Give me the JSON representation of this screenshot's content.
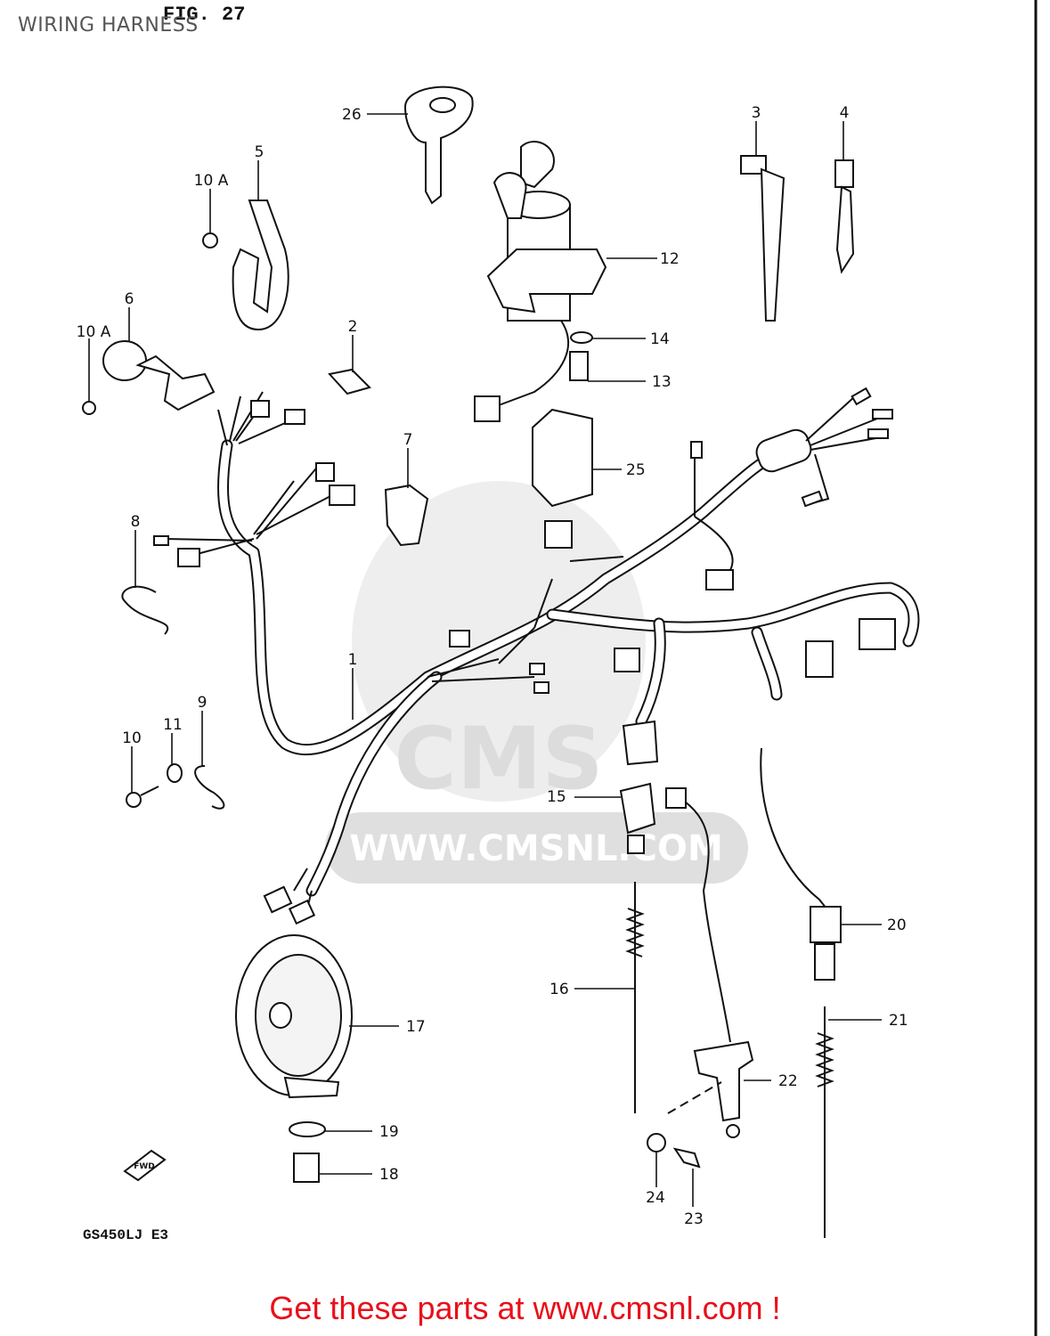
{
  "page": {
    "title": "WIRING HARNESS",
    "figure_label": "FIG. 27",
    "model_code": "GS450LJ  E3"
  },
  "fwd_indicator": "FWD",
  "watermark": {
    "brand": "CMS",
    "url": "WWW.CMSNL.COM"
  },
  "callouts": [
    {
      "id": "1",
      "label": "1"
    },
    {
      "id": "2",
      "label": "2"
    },
    {
      "id": "3",
      "label": "3"
    },
    {
      "id": "4",
      "label": "4"
    },
    {
      "id": "5",
      "label": "5"
    },
    {
      "id": "6",
      "label": "6"
    },
    {
      "id": "7",
      "label": "7"
    },
    {
      "id": "8",
      "label": "8"
    },
    {
      "id": "9",
      "label": "9"
    },
    {
      "id": "10",
      "label": "10"
    },
    {
      "id": "10a-1",
      "label": "10 A"
    },
    {
      "id": "10a-2",
      "label": "10 A"
    },
    {
      "id": "11",
      "label": "11"
    },
    {
      "id": "12",
      "label": "12"
    },
    {
      "id": "13",
      "label": "13"
    },
    {
      "id": "14",
      "label": "14"
    },
    {
      "id": "15",
      "label": "15"
    },
    {
      "id": "16",
      "label": "16"
    },
    {
      "id": "17",
      "label": "17"
    },
    {
      "id": "18",
      "label": "18"
    },
    {
      "id": "19",
      "label": "19"
    },
    {
      "id": "20",
      "label": "20"
    },
    {
      "id": "21",
      "label": "21"
    },
    {
      "id": "22",
      "label": "22"
    },
    {
      "id": "23",
      "label": "23"
    },
    {
      "id": "24",
      "label": "24"
    },
    {
      "id": "25",
      "label": "25"
    },
    {
      "id": "26",
      "label": "26"
    }
  ],
  "footer": {
    "cta": "Get these parts at www.cmsnl.com !"
  },
  "colors": {
    "cta": "#e8101a",
    "ink": "#111111",
    "watermark": "#d9d9d9"
  }
}
